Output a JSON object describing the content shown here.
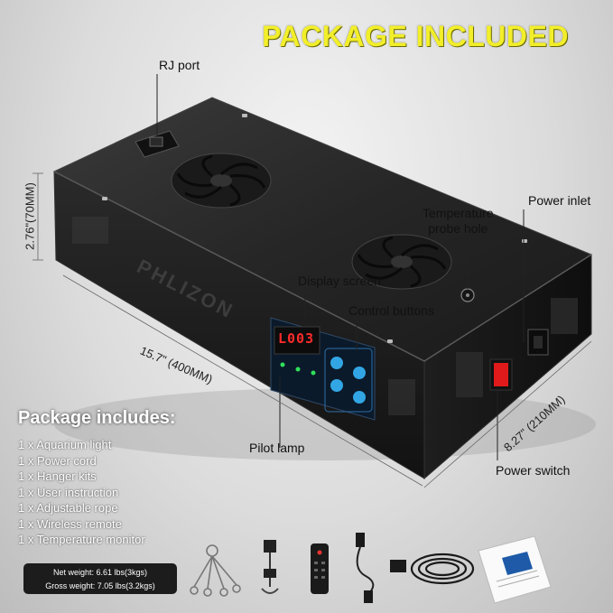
{
  "header": {
    "title": "PACKAGE INCLUDED"
  },
  "callouts": {
    "rj_port": "RJ port",
    "temperature_probe_hole": [
      "Temperature",
      "probe hole"
    ],
    "power_inlet": "Power inlet",
    "display_screen": "Display screen",
    "control_buttons": "Control buttons",
    "pilot_lamp": "Pilot lamp",
    "power_switch": "Power switch"
  },
  "dimensions": {
    "height": "2.76\"(70MM)",
    "length": "15.7\" (400MM)",
    "width": "8.27\" (210MM)"
  },
  "device": {
    "display_readout": "L003",
    "brand_mark": "PHLIZON"
  },
  "package": {
    "title": "Package includes:",
    "items": [
      "1 x Aquarium light",
      "1 x Power cord",
      "1 x Hanger kits",
      "1 x User instruction",
      "1 x Adjustable rope",
      "1 x Wireless remote",
      "1 x Temperature monitor"
    ],
    "net_weight": "Net weight: 6.61 lbs(3kgs)",
    "gross_weight": "Gross weight: 7.05 lbs(3.2kgs)"
  },
  "accessories": [
    "hanger-kit",
    "adjustable-rope",
    "wireless-remote",
    "power-cord",
    "temperature-monitor-cable",
    "user-manual"
  ]
}
